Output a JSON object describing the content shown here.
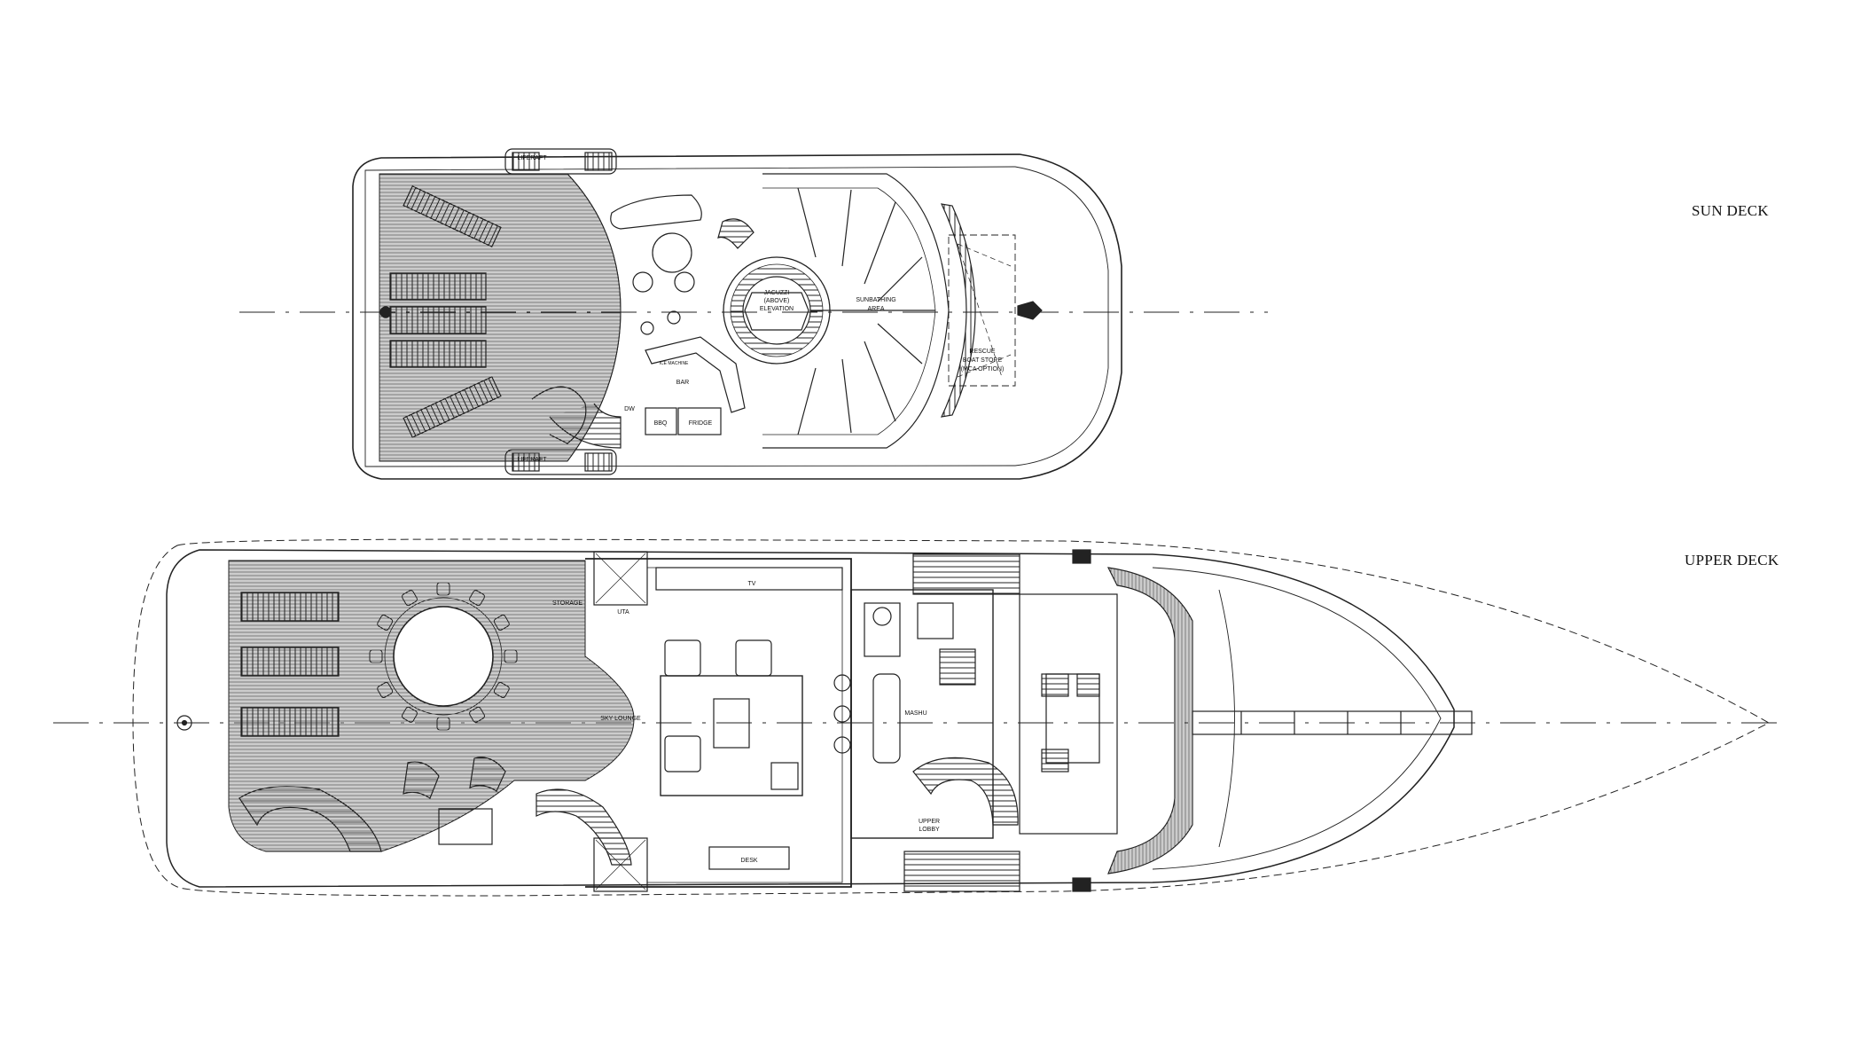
{
  "decks": {
    "sun_deck": {
      "title": "SUN DECK",
      "labels": {
        "liferaft_top": "LIFERAFT",
        "liferaft_bottom": "LIFERAFT",
        "jacuzzi_1": "JACUZZI",
        "jacuzzi_2": "(ABOVE)",
        "jacuzzi_3": "ELEVATION",
        "sunbathing_1": "SUNBATHING",
        "sunbathing_2": "AREA",
        "rescue_1": "RESCUE",
        "rescue_2": "BOAT STORE",
        "rescue_3": "(MCA OPTION)",
        "bar": "BAR",
        "bbq": "BBQ",
        "fridge": "FRIDGE",
        "dw": "DW",
        "ice": "ICE MACHINE"
      }
    },
    "upper_deck": {
      "title": "UPPER DECK",
      "labels": {
        "storage": "STORAGE",
        "uta": "UTA",
        "tv": "TV",
        "sky_lounge": "SKY LOUNGE",
        "desk": "DESK",
        "upper_lobby_1": "UPPER",
        "upper_lobby_2": "LOBBY",
        "mashu": "MASHU"
      }
    }
  }
}
